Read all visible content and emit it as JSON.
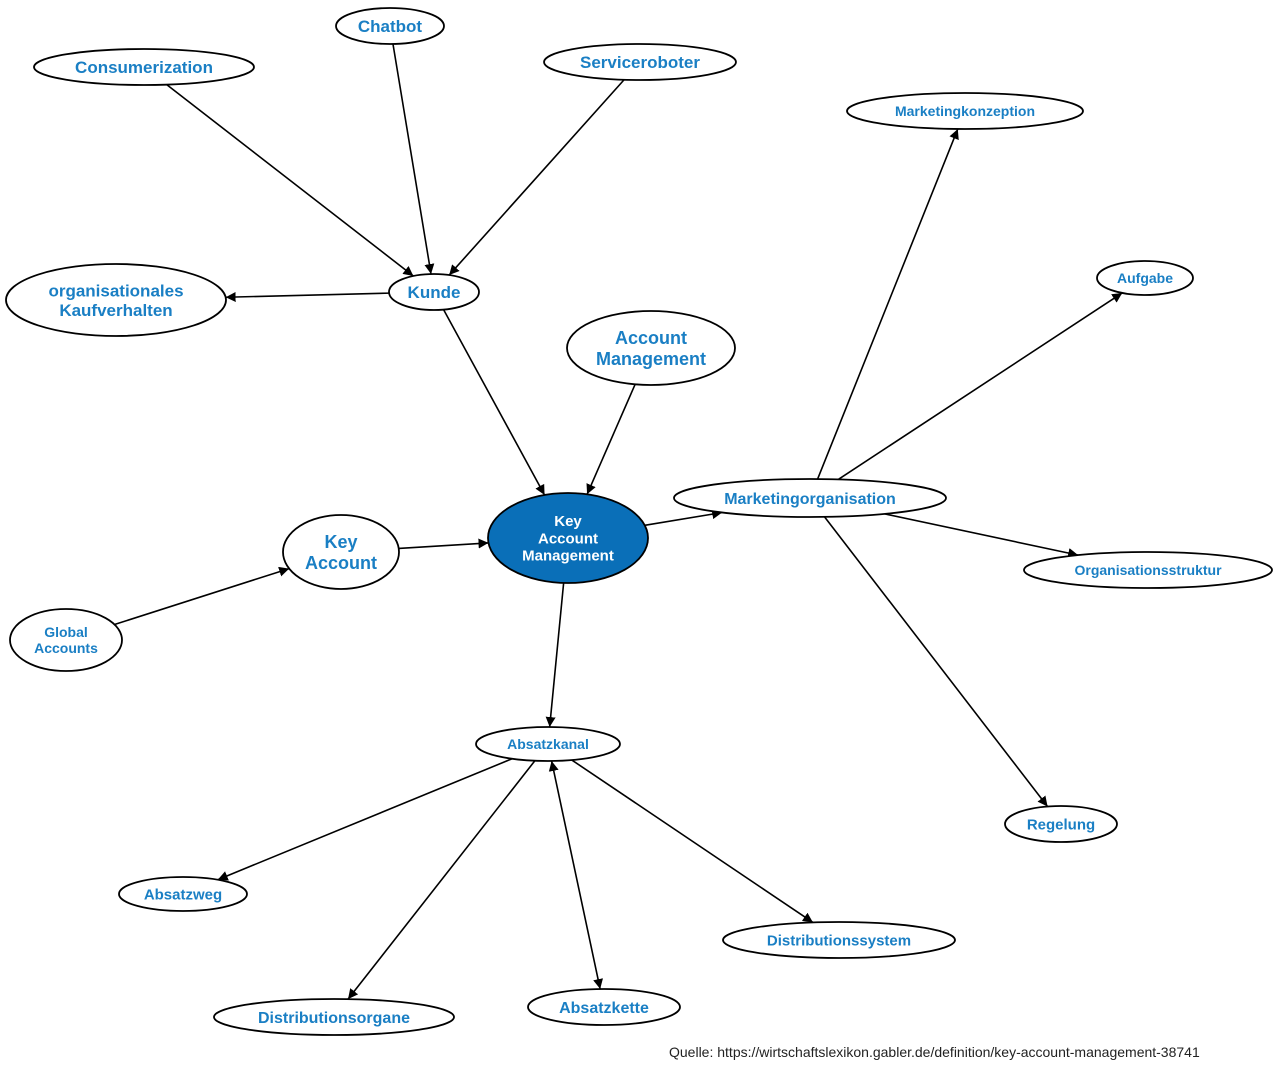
{
  "diagram": {
    "type": "concept-map",
    "center": "key_account_management",
    "colors": {
      "node_text": "#1a7fc4",
      "center_fill": "#0a6fb8",
      "center_text": "#ffffff",
      "edge": "#000000",
      "node_fill": "#ffffff"
    },
    "nodes": {
      "key_account_management": {
        "lines": [
          "Key",
          "Account",
          "Management"
        ]
      },
      "chatbot": {
        "lines": [
          "Chatbot"
        ]
      },
      "consumerization": {
        "lines": [
          "Consumerization"
        ]
      },
      "serviceroboter": {
        "lines": [
          "Serviceroboter"
        ]
      },
      "kunde": {
        "lines": [
          "Kunde"
        ]
      },
      "org_kaufverhalten": {
        "lines": [
          "organisationales",
          "Kaufverhalten"
        ]
      },
      "account_management": {
        "lines": [
          "Account",
          "Management"
        ]
      },
      "key_account": {
        "lines": [
          "Key",
          "Account"
        ]
      },
      "global_accounts": {
        "lines": [
          "Global",
          "Accounts"
        ]
      },
      "marketingorganisation": {
        "lines": [
          "Marketingorganisation"
        ]
      },
      "marketingkonzeption": {
        "lines": [
          "Marketingkonzeption"
        ]
      },
      "aufgabe": {
        "lines": [
          "Aufgabe"
        ]
      },
      "organisationsstruktur": {
        "lines": [
          "Organisationsstruktur"
        ]
      },
      "regelung": {
        "lines": [
          "Regelung"
        ]
      },
      "absatzkanal": {
        "lines": [
          "Absatzkanal"
        ]
      },
      "absatzweg": {
        "lines": [
          "Absatzweg"
        ]
      },
      "distributionsorgane": {
        "lines": [
          "Distributionsorgane"
        ]
      },
      "absatzkette": {
        "lines": [
          "Absatzkette"
        ]
      },
      "distributionssystem": {
        "lines": [
          "Distributionssystem"
        ]
      }
    },
    "edges": [
      {
        "from": "consumerization",
        "to": "kunde"
      },
      {
        "from": "chatbot",
        "to": "kunde"
      },
      {
        "from": "serviceroboter",
        "to": "kunde"
      },
      {
        "from": "kunde",
        "to": "org_kaufverhalten"
      },
      {
        "from": "kunde",
        "to": "key_account_management"
      },
      {
        "from": "account_management",
        "to": "key_account_management"
      },
      {
        "from": "key_account",
        "to": "key_account_management"
      },
      {
        "from": "global_accounts",
        "to": "key_account"
      },
      {
        "from": "key_account_management",
        "to": "marketingorganisation"
      },
      {
        "from": "marketingorganisation",
        "to": "marketingkonzeption"
      },
      {
        "from": "marketingorganisation",
        "to": "aufgabe"
      },
      {
        "from": "marketingorganisation",
        "to": "organisationsstruktur"
      },
      {
        "from": "marketingorganisation",
        "to": "regelung"
      },
      {
        "from": "key_account_management",
        "to": "absatzkanal"
      },
      {
        "from": "absatzkanal",
        "to": "absatzweg"
      },
      {
        "from": "absatzkanal",
        "to": "distributionsorgane"
      },
      {
        "from": "absatzkanal",
        "to": "absatzkette",
        "bidirectional": true
      },
      {
        "from": "absatzkanal",
        "to": "distributionssystem"
      }
    ]
  },
  "source": "Quelle: https://wirtschaftslexikon.gabler.de/definition/key-account-management-38741"
}
